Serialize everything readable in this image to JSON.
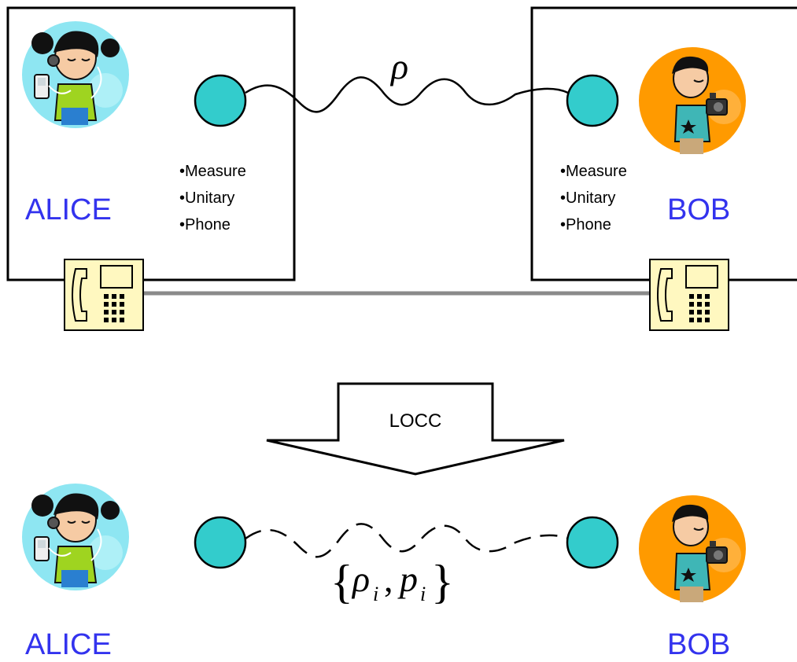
{
  "top": {
    "alice_name": "ALICE",
    "bob_name": "BOB",
    "state_symbol": "ρ",
    "alice_ops": [
      "•Measure",
      "•Unitary",
      "•Phone"
    ],
    "bob_ops": [
      "•Measure",
      "•Unitary",
      "•Phone"
    ]
  },
  "arrow": {
    "label": "LOCC"
  },
  "bottom": {
    "alice_name": "ALICE",
    "bob_name": "BOB",
    "ensemble": {
      "open": "{",
      "rho": "ρ",
      "rho_sub": "i",
      "comma": ",",
      "p": "p",
      "p_sub": "i",
      "close": "}"
    }
  },
  "colors": {
    "name_text": "#3333ee",
    "qubit": "#33cccc",
    "alice_bg": "#8ee6f2",
    "bob_bg": "#ff9a00",
    "phone": "#fff8c0",
    "phone_line": "#8a8a8a"
  },
  "icons": [
    "alice-avatar",
    "bob-avatar",
    "phone-icon",
    "qubit-node",
    "wavy-link",
    "dashed-wavy-link",
    "down-arrow"
  ]
}
